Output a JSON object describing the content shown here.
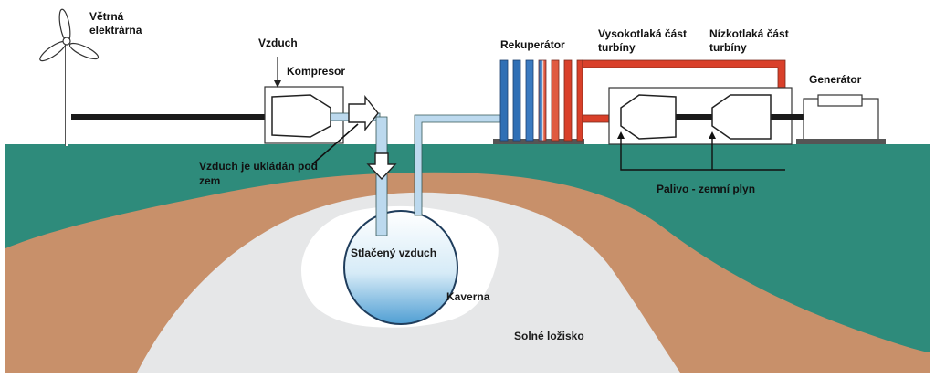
{
  "labels": {
    "wind_l1": "Větrná",
    "wind_l2": "elektrárna",
    "air": "Vzduch",
    "compressor": "Kompresor",
    "recuperator": "Rekuperátor",
    "hp_turbine_l1": "Vysokotlaká část",
    "hp_turbine_l2": "turbíny",
    "lp_turbine_l1": "Nízkotlaká část",
    "lp_turbine_l2": "turbíny",
    "generator": "Generátor",
    "air_stored_l1": "Vzduch je ukládán pod",
    "air_stored_l2": "zem",
    "fuel": "Palivo - zemní plyn",
    "compressed_air": "Stlačený vzduch",
    "cavern": "Kaverna",
    "salt_deposit": "Solné ložisko"
  },
  "colors": {
    "ground": "#2e8b7b",
    "earth": "#c8906a",
    "salt": "#e6e7e8",
    "cold_pipe": "#2f6fb5",
    "hot_pipe": "#d9402a",
    "air_pipe": "#bcd9ee",
    "shaft": "#1a1a1a"
  }
}
